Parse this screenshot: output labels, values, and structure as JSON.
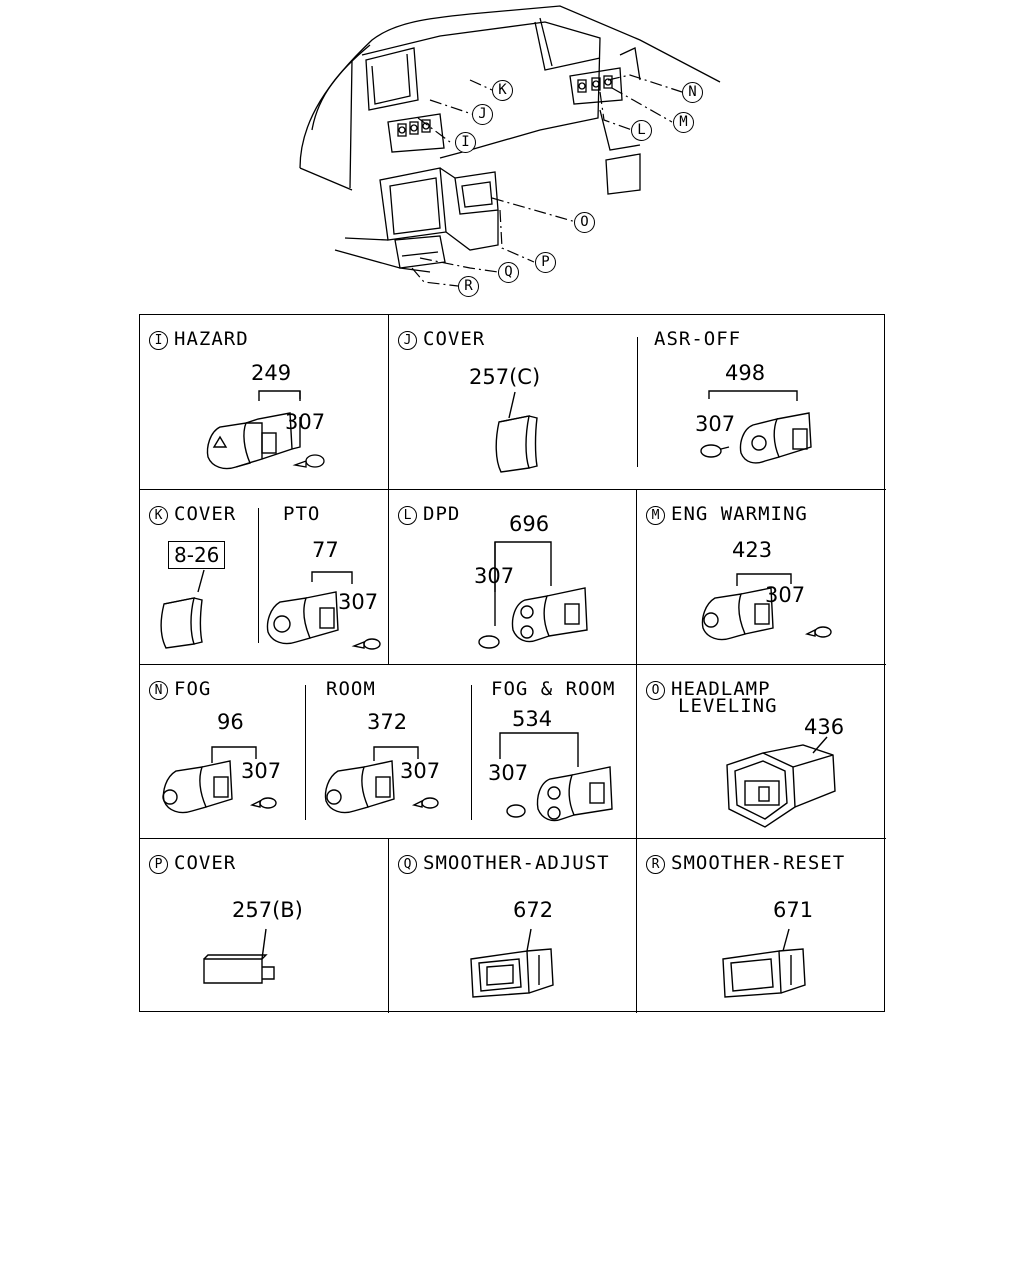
{
  "callouts": [
    "K",
    "J",
    "I",
    "N",
    "M",
    "L",
    "O",
    "P",
    "Q",
    "R"
  ],
  "cells": {
    "I": {
      "letter": "I",
      "title": "HAZARD",
      "part": "249",
      "bulb": "307"
    },
    "J": {
      "letter": "J",
      "title": "COVER",
      "part": "257(C)",
      "sub_title": "ASR-OFF",
      "sub_part": "498",
      "sub_bulb": "307"
    },
    "K": {
      "letter": "K",
      "title": "COVER",
      "ref": "8-26",
      "sub_title": "PTO",
      "sub_part": "77",
      "sub_bulb": "307"
    },
    "L": {
      "letter": "L",
      "title": "DPD",
      "part": "696",
      "bulb": "307"
    },
    "M": {
      "letter": "M",
      "title": "ENG WARMING",
      "part": "423",
      "bulb": "307"
    },
    "N": {
      "letter": "N",
      "title": "FOG",
      "part": "96",
      "bulb": "307",
      "sub_title": "ROOM",
      "sub_part": "372",
      "sub_bulb": "307",
      "sub2_title": "FOG & ROOM",
      "sub2_part": "534",
      "sub2_bulb": "307"
    },
    "O": {
      "letter": "O",
      "title": "HEADLAMP",
      "title2": "LEVELING",
      "part": "436"
    },
    "P": {
      "letter": "P",
      "title": "COVER",
      "part": "257(B)"
    },
    "Q": {
      "letter": "Q",
      "title": "SMOOTHER-ADJUST",
      "part": "672"
    },
    "R": {
      "letter": "R",
      "title": "SMOOTHER-RESET",
      "part": "671"
    }
  }
}
